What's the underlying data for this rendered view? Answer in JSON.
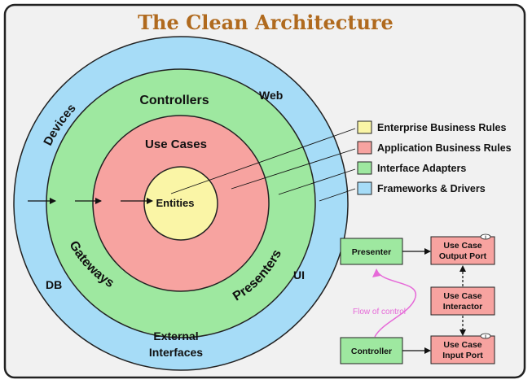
{
  "title": "The Clean Architecture",
  "rings": {
    "devices": "Devices",
    "web": "Web",
    "db": "DB",
    "ui": "UI",
    "external_line1": "External",
    "external_line2": "Interfaces",
    "controllers": "Controllers",
    "gateways": "Gateways",
    "presenters": "Presenters",
    "use_cases": "Use Cases",
    "entities": "Entities"
  },
  "legend": [
    {
      "label": "Enterprise Business Rules",
      "color": "#faf5a6"
    },
    {
      "label": "Application Business Rules",
      "color": "#f7a3a0"
    },
    {
      "label": "Interface Adapters",
      "color": "#9ee8a0"
    },
    {
      "label": "Frameworks & Drivers",
      "color": "#a6dcf7"
    }
  ],
  "flow": {
    "presenter": "Presenter",
    "output_port_line1": "Use Case",
    "output_port_line2": "Output Port",
    "interactor_line1": "Use Case",
    "interactor_line2": "Interactor",
    "controller": "Controller",
    "input_port_line1": "Use Case",
    "input_port_line2": "Input Port",
    "flow_of_control": "Flow of control",
    "interface_marker": "I"
  },
  "colors": {
    "frameworks": "#a6dcf7",
    "adapters": "#9ee8a0",
    "application": "#f7a3a0",
    "enterprise": "#faf5a6",
    "title": "#b06a1e",
    "flow": "#e66ad8"
  }
}
